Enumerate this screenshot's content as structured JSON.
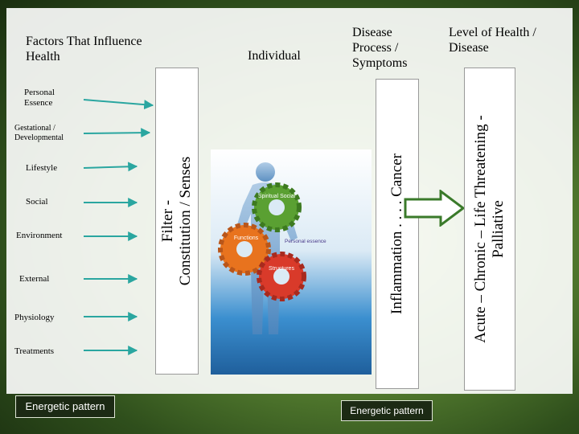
{
  "headings": {
    "factors_title": "Factors That Influence Health",
    "individual": "Individual",
    "disease_process": "Disease Process / Symptoms",
    "level": "Level of Health / Disease"
  },
  "factors": [
    "Personal Essence",
    "Gestational / Developmental",
    "Lifestyle",
    "Social",
    "Environment",
    "External",
    "Physiology",
    "Treatments"
  ],
  "filter_label": "Filter -\nConstitution / Senses",
  "inflammation_label": "Inflammation . . . . Cancer",
  "level_label": "Acute – Chronic – Life Threatening -\nPalliative",
  "gears": {
    "spirit_social": "Spiritual Social",
    "functions": "Functions",
    "personal_essence": "Personal essence",
    "structures": "Structures"
  },
  "energetic_pattern_left": "Energetic pattern",
  "energetic_pattern_right": "Energetic pattern",
  "colors": {
    "arrow_teal": "#2aa6a0",
    "gear_green": "#5aa032",
    "gear_orange": "#e8731e",
    "gear_red": "#d93a2a",
    "big_arrow_fill": "#ffffff",
    "big_arrow_stroke": "#3a7a2a",
    "background_green": "#4f7a2a"
  }
}
